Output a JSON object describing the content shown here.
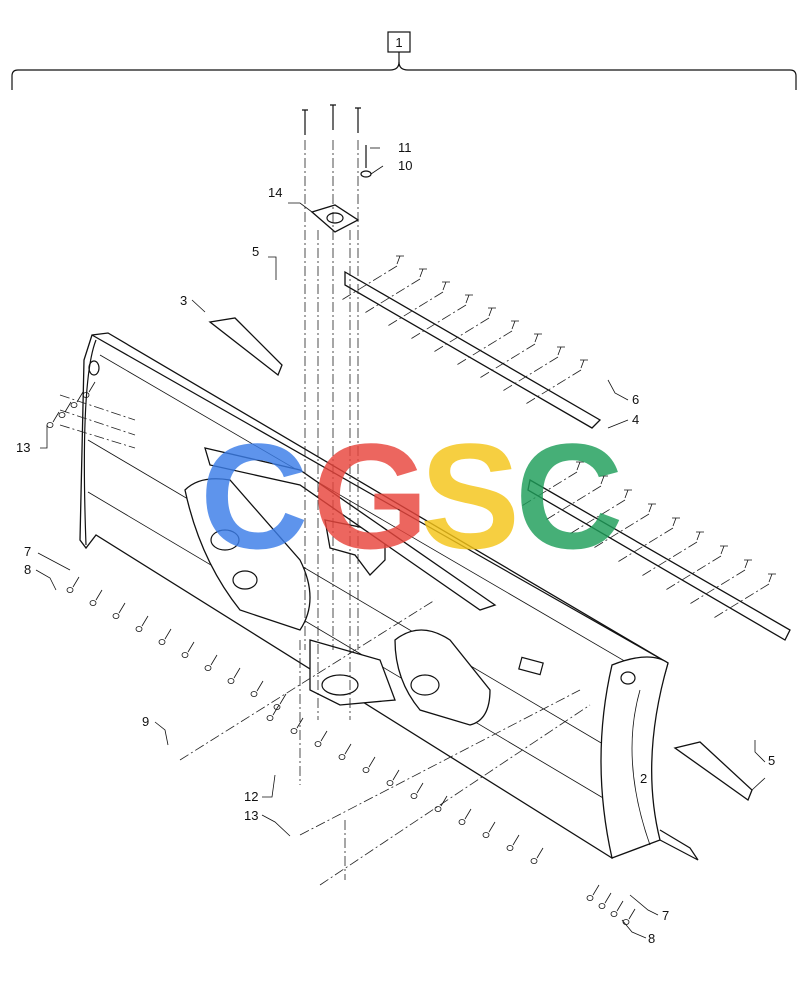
{
  "assembly_label": "1",
  "callouts": [
    {
      "id": "c-2",
      "text": "2"
    },
    {
      "id": "c-3",
      "text": "3"
    },
    {
      "id": "c-4",
      "text": "4"
    },
    {
      "id": "c-5a",
      "text": "5"
    },
    {
      "id": "c-5b",
      "text": "5"
    },
    {
      "id": "c-6",
      "text": "6"
    },
    {
      "id": "c-7a",
      "text": "7"
    },
    {
      "id": "c-7b",
      "text": "7"
    },
    {
      "id": "c-8a",
      "text": "8"
    },
    {
      "id": "c-8b",
      "text": "8"
    },
    {
      "id": "c-9",
      "text": "9"
    },
    {
      "id": "c-10",
      "text": "10"
    },
    {
      "id": "c-11",
      "text": "11"
    },
    {
      "id": "c-12",
      "text": "12"
    },
    {
      "id": "c-13a",
      "text": "13"
    },
    {
      "id": "c-13b",
      "text": "13"
    },
    {
      "id": "c-14",
      "text": "14"
    }
  ],
  "watermark": {
    "letters": [
      "C",
      "G",
      "S",
      "C"
    ],
    "colors": [
      "#3b7de8",
      "#e8453c",
      "#f5c518",
      "#1e9e5a"
    ]
  }
}
